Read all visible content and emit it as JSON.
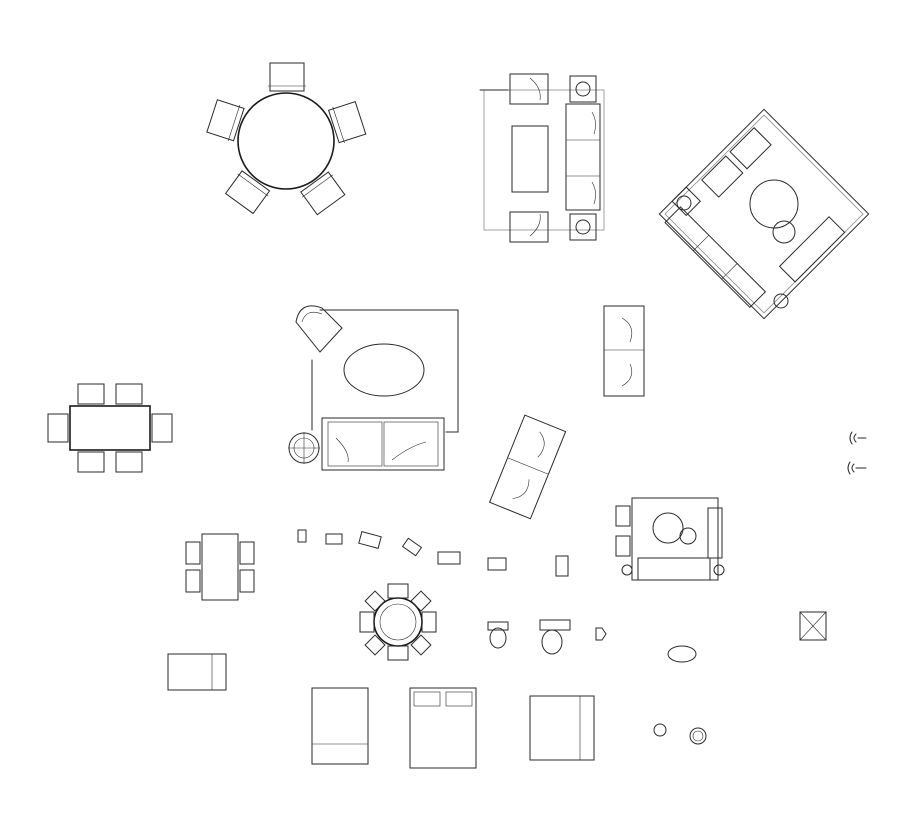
{
  "sheet": {
    "description_items": [
      "round-dining-table-five-chairs",
      "sofa-set-with-side-tables",
      "rotated-living-room-set",
      "living-room-with-oval-rug",
      "rectangular-dining-table",
      "loveseat-vertical",
      "sofa-angled",
      "small-living-set",
      "small-dining-table",
      "small-round-table",
      "small-appliances-row",
      "toilets",
      "beds",
      "sinks",
      "misc-fixtures"
    ],
    "colors": {
      "line": "#2a2a2a",
      "background": "#ffffff"
    }
  }
}
